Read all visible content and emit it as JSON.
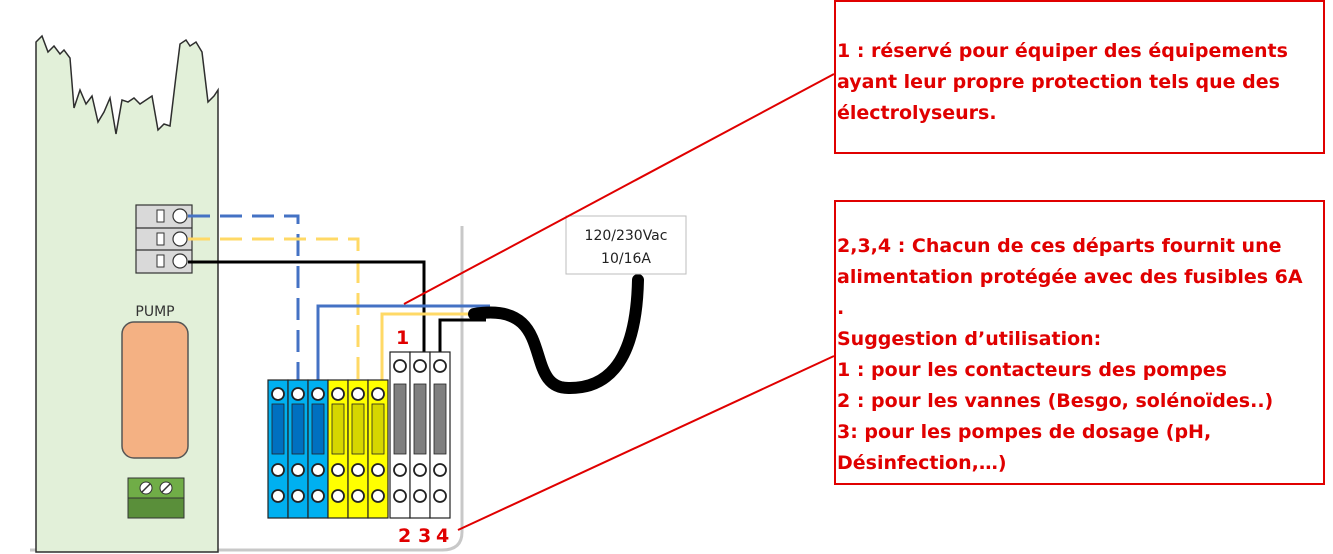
{
  "supply_label": {
    "voltage": "120/230Vac",
    "current": "10/16A"
  },
  "device": {
    "pump_label": "PUMP"
  },
  "terminal_markers": {
    "one": "1",
    "two": "2",
    "three": "3",
    "four": "4"
  },
  "note_1": {
    "lines": [
      "1 : réservé pour équiper des équipements",
      "ayant leur propre protection tels que des",
      "électrolyseurs."
    ]
  },
  "note_2": {
    "lines": [
      "2,3,4 : Chacun de ces départs fournit une",
      "alimentation protégée avec des fusibles 6A",
      ".",
      "Suggestion d’utilisation:",
      "1 : pour les contacteurs des pompes",
      "2 : pour les vannes (Besgo, solénoïdes..)",
      "3: pour les pompes de dosage (pH,",
      "Désinfection,…)"
    ]
  },
  "colors": {
    "annotation": "#e00000",
    "panel_fill": "#e2f0d9",
    "wire_blue": "#4472c4",
    "wire_yellow": "#ffd966",
    "wire_black": "#000000",
    "terminal_blue": "#00b0f0",
    "terminal_yellow": "#ffff00",
    "pump_fill": "#f4b183",
    "connector_green": "#70ad47"
  }
}
